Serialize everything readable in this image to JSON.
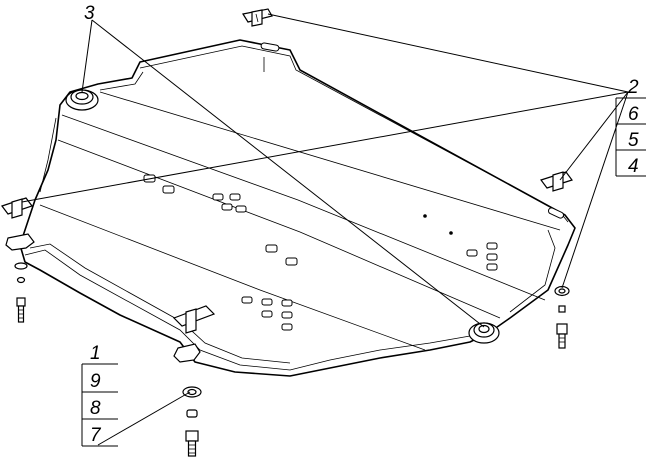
{
  "callouts": {
    "n1": "1",
    "n2": "2",
    "n3": "3",
    "n4": "4",
    "n5": "5",
    "n6": "6",
    "n7": "7",
    "n8": "8",
    "n9": "9"
  }
}
